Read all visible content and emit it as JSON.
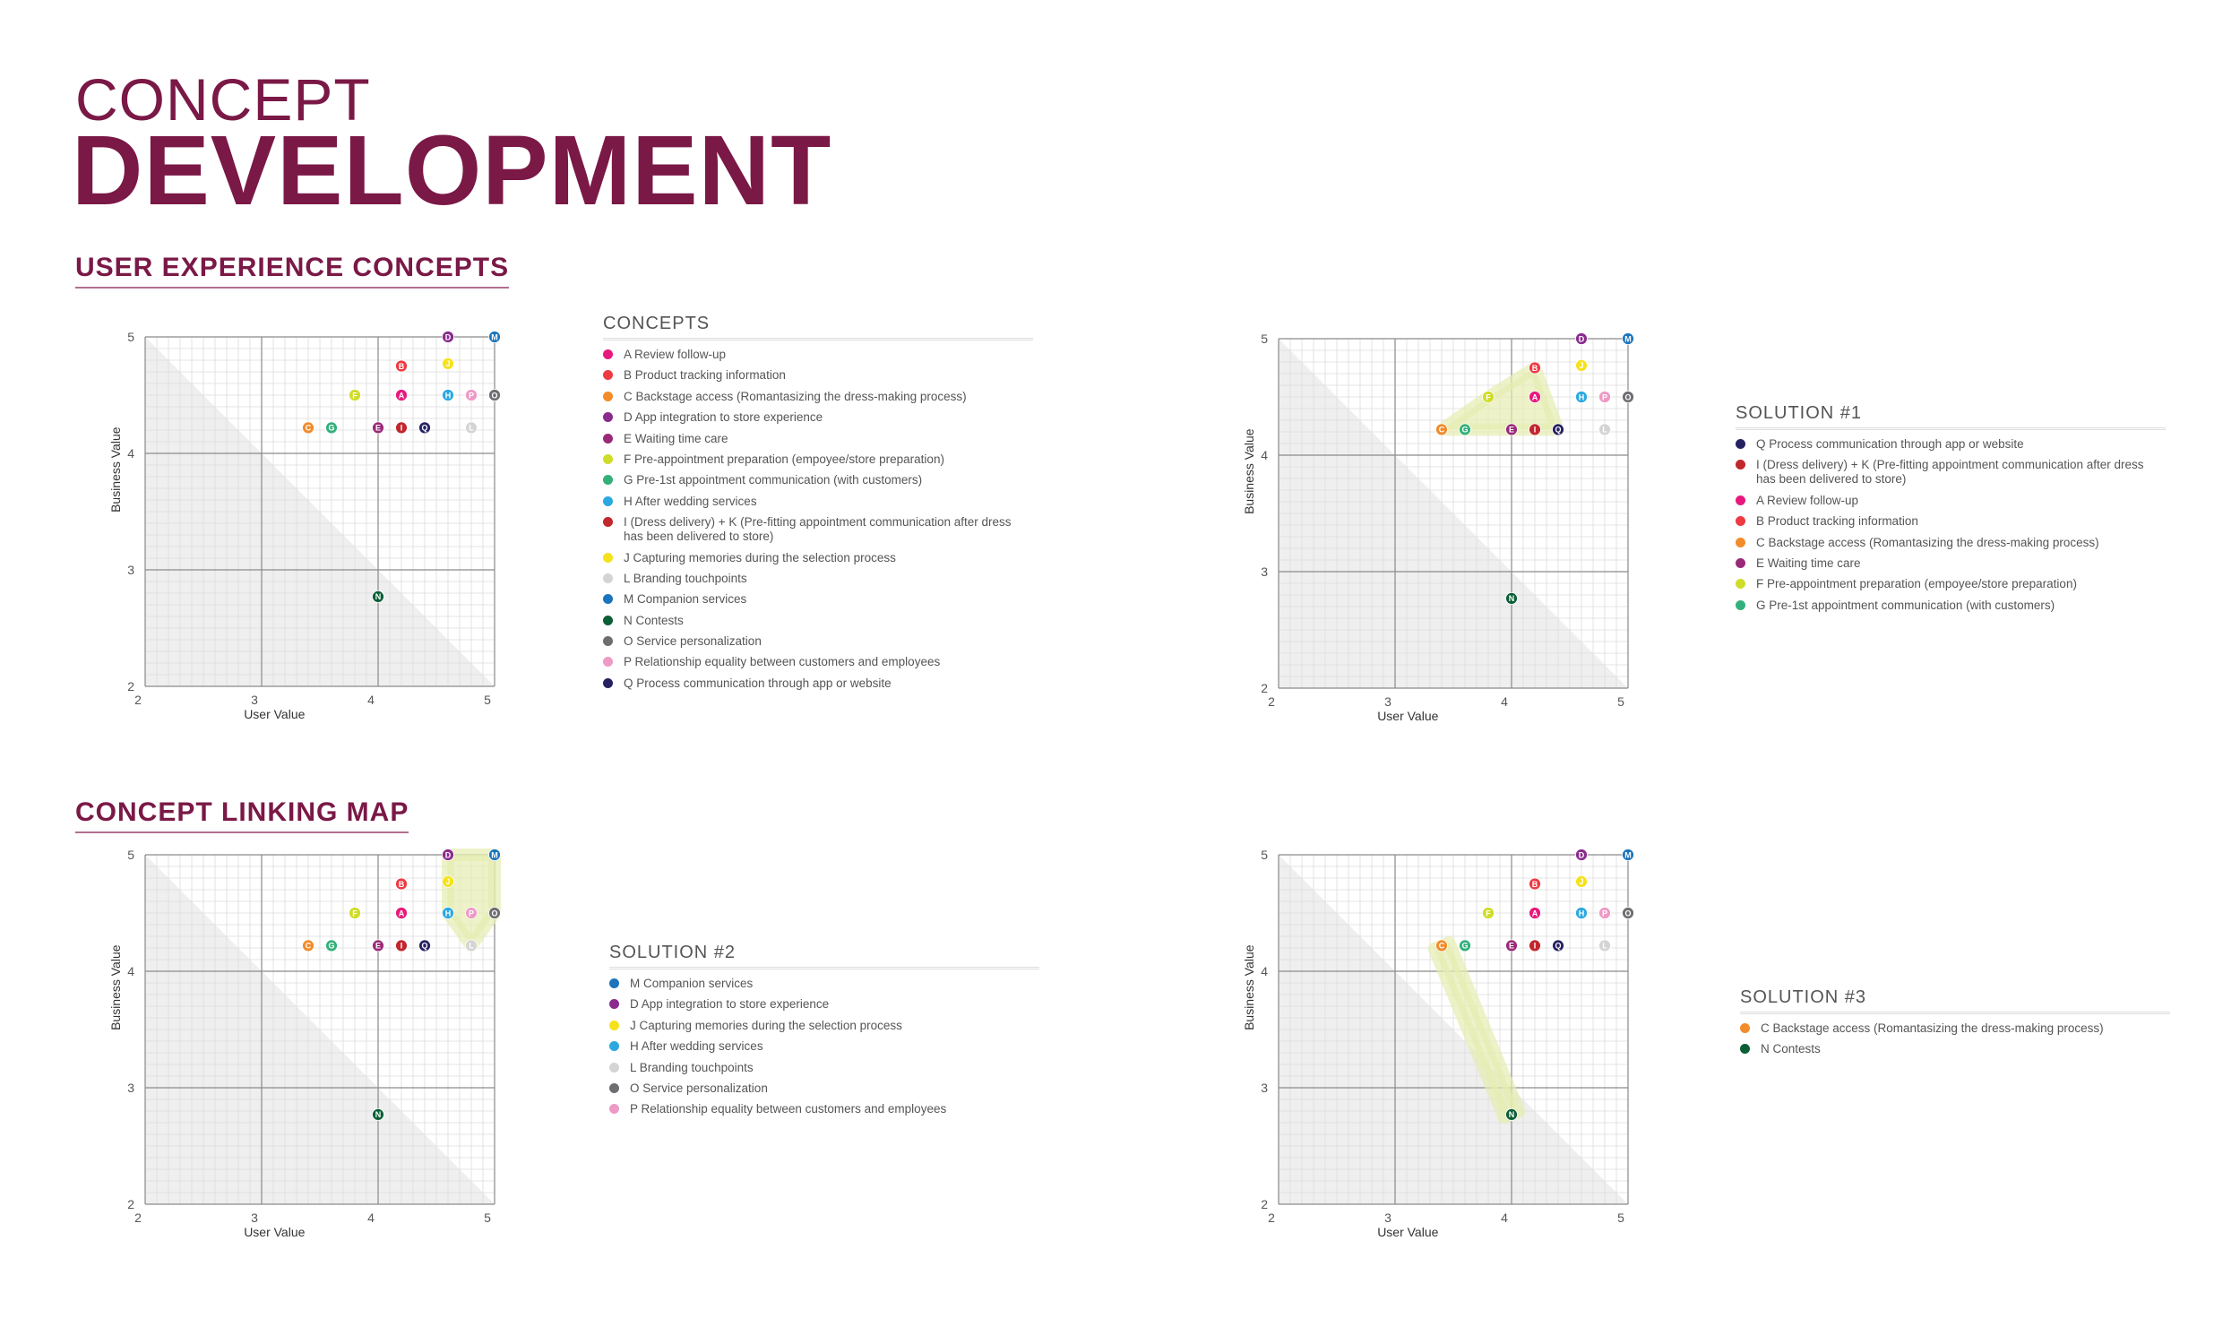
{
  "header": {
    "title_top": "CONCEPT",
    "title_main": "DEVELOPMENT"
  },
  "sections": {
    "ux": "USER EXPERIENCE CONCEPTS",
    "linking": "CONCEPT LINKING MAP"
  },
  "concepts": [
    {
      "id": "A",
      "label": "A Review follow-up",
      "color": "#e8197c"
    },
    {
      "id": "B",
      "label": "B Product tracking information",
      "color": "#ee3a43"
    },
    {
      "id": "C",
      "label": "C Backstage access (Romantasizing the dress-making process)",
      "color": "#f28b2a"
    },
    {
      "id": "D",
      "label": "D App integration to store experience",
      "color": "#8a2b8e"
    },
    {
      "id": "E",
      "label": "E Waiting time care",
      "color": "#9a2a78"
    },
    {
      "id": "F",
      "label": "F Pre-appointment preparation (empoyee/store preparation)",
      "color": "#cfdc2a"
    },
    {
      "id": "G",
      "label": "G Pre-1st appointment communication (with customers)",
      "color": "#33b07a"
    },
    {
      "id": "H",
      "label": "H After wedding services",
      "color": "#2ba8e0"
    },
    {
      "id": "I",
      "label": "I (Dress delivery) + K (Pre-fitting appointment communication after dress has been delivered to store)",
      "color": "#c1272d"
    },
    {
      "id": "J",
      "label": "J Capturing memories during the selection process",
      "color": "#f5e21b"
    },
    {
      "id": "L",
      "label": "L Branding touchpoints",
      "color": "#d4d4d4"
    },
    {
      "id": "M",
      "label": "M Companion services",
      "color": "#1c75bc"
    },
    {
      "id": "N",
      "label": "N Contests",
      "color": "#0b5e36"
    },
    {
      "id": "O",
      "label": "O Service personalization",
      "color": "#6d6e71"
    },
    {
      "id": "P",
      "label": "P Relationship equality between customers and employees",
      "color": "#ee9ac6"
    },
    {
      "id": "Q",
      "label": "Q Process communication through app or website",
      "color": "#262262"
    }
  ],
  "chart_data": [
    {
      "type": "scatter",
      "xlabel": "User Value",
      "ylabel": "Business Value",
      "xlim": [
        2,
        5
      ],
      "ylim": [
        2,
        5
      ],
      "xticks": [
        "2",
        "3",
        "4",
        "5"
      ],
      "yticks": [
        "2",
        "3",
        "4",
        "5"
      ],
      "grid": true,
      "points": [
        {
          "id": "A",
          "x": 4.2,
          "y": 4.5
        },
        {
          "id": "B",
          "x": 4.2,
          "y": 4.75
        },
        {
          "id": "C",
          "x": 3.4,
          "y": 4.22
        },
        {
          "id": "D",
          "x": 4.6,
          "y": 5.0
        },
        {
          "id": "E",
          "x": 4.0,
          "y": 4.22
        },
        {
          "id": "F",
          "x": 3.8,
          "y": 4.5
        },
        {
          "id": "G",
          "x": 3.6,
          "y": 4.22
        },
        {
          "id": "H",
          "x": 4.6,
          "y": 4.5
        },
        {
          "id": "I",
          "x": 4.2,
          "y": 4.22
        },
        {
          "id": "J",
          "x": 4.6,
          "y": 4.77
        },
        {
          "id": "L",
          "x": 4.8,
          "y": 4.22
        },
        {
          "id": "M",
          "x": 5.0,
          "y": 5.0
        },
        {
          "id": "N",
          "x": 4.0,
          "y": 2.77
        },
        {
          "id": "O",
          "x": 5.0,
          "y": 4.5
        },
        {
          "id": "P",
          "x": 4.8,
          "y": 4.5
        },
        {
          "id": "Q",
          "x": 4.4,
          "y": 4.22
        }
      ],
      "highlight": []
    },
    {
      "type": "scatter",
      "xlabel": "User Value",
      "ylabel": "Business Value",
      "xlim": [
        2,
        5
      ],
      "ylim": [
        2,
        5
      ],
      "xticks": [
        "2",
        "3",
        "4",
        "5"
      ],
      "yticks": [
        "2",
        "3",
        "4",
        "5"
      ],
      "grid": true,
      "points": [
        {
          "id": "A",
          "x": 4.2,
          "y": 4.5
        },
        {
          "id": "B",
          "x": 4.2,
          "y": 4.75
        },
        {
          "id": "C",
          "x": 3.4,
          "y": 4.22
        },
        {
          "id": "D",
          "x": 4.6,
          "y": 5.0
        },
        {
          "id": "E",
          "x": 4.0,
          "y": 4.22
        },
        {
          "id": "F",
          "x": 3.8,
          "y": 4.5
        },
        {
          "id": "G",
          "x": 3.6,
          "y": 4.22
        },
        {
          "id": "H",
          "x": 4.6,
          "y": 4.5
        },
        {
          "id": "I",
          "x": 4.2,
          "y": 4.22
        },
        {
          "id": "J",
          "x": 4.6,
          "y": 4.77
        },
        {
          "id": "L",
          "x": 4.8,
          "y": 4.22
        },
        {
          "id": "M",
          "x": 5.0,
          "y": 5.0
        },
        {
          "id": "N",
          "x": 4.0,
          "y": 2.77
        },
        {
          "id": "O",
          "x": 5.0,
          "y": 4.5
        },
        {
          "id": "P",
          "x": 4.8,
          "y": 4.5
        },
        {
          "id": "Q",
          "x": 4.4,
          "y": 4.22
        }
      ],
      "highlight": [
        "C",
        "F",
        "B",
        "Q"
      ]
    },
    {
      "type": "scatter",
      "xlabel": "User Value",
      "ylabel": "Business Value",
      "xlim": [
        2,
        5
      ],
      "ylim": [
        2,
        5
      ],
      "xticks": [
        "2",
        "3",
        "4",
        "5"
      ],
      "yticks": [
        "2",
        "3",
        "4",
        "5"
      ],
      "grid": true,
      "points": [
        {
          "id": "A",
          "x": 4.2,
          "y": 4.5
        },
        {
          "id": "B",
          "x": 4.2,
          "y": 4.75
        },
        {
          "id": "C",
          "x": 3.4,
          "y": 4.22
        },
        {
          "id": "D",
          "x": 4.6,
          "y": 5.0
        },
        {
          "id": "E",
          "x": 4.0,
          "y": 4.22
        },
        {
          "id": "F",
          "x": 3.8,
          "y": 4.5
        },
        {
          "id": "G",
          "x": 3.6,
          "y": 4.22
        },
        {
          "id": "H",
          "x": 4.6,
          "y": 4.5
        },
        {
          "id": "I",
          "x": 4.2,
          "y": 4.22
        },
        {
          "id": "J",
          "x": 4.6,
          "y": 4.77
        },
        {
          "id": "L",
          "x": 4.8,
          "y": 4.22
        },
        {
          "id": "M",
          "x": 5.0,
          "y": 5.0
        },
        {
          "id": "N",
          "x": 4.0,
          "y": 2.77
        },
        {
          "id": "O",
          "x": 5.0,
          "y": 4.5
        },
        {
          "id": "P",
          "x": 4.8,
          "y": 4.5
        },
        {
          "id": "Q",
          "x": 4.4,
          "y": 4.22
        }
      ],
      "highlight": [
        "D",
        "M",
        "O",
        "L",
        "H"
      ]
    },
    {
      "type": "scatter",
      "xlabel": "User Value",
      "ylabel": "Business Value",
      "xlim": [
        2,
        5
      ],
      "ylim": [
        2,
        5
      ],
      "xticks": [
        "2",
        "3",
        "4",
        "5"
      ],
      "yticks": [
        "2",
        "3",
        "4",
        "5"
      ],
      "grid": true,
      "points": [
        {
          "id": "A",
          "x": 4.2,
          "y": 4.5
        },
        {
          "id": "B",
          "x": 4.2,
          "y": 4.75
        },
        {
          "id": "C",
          "x": 3.4,
          "y": 4.22
        },
        {
          "id": "D",
          "x": 4.6,
          "y": 5.0
        },
        {
          "id": "E",
          "x": 4.0,
          "y": 4.22
        },
        {
          "id": "F",
          "x": 3.8,
          "y": 4.5
        },
        {
          "id": "G",
          "x": 3.6,
          "y": 4.22
        },
        {
          "id": "H",
          "x": 4.6,
          "y": 4.5
        },
        {
          "id": "I",
          "x": 4.2,
          "y": 4.22
        },
        {
          "id": "J",
          "x": 4.6,
          "y": 4.77
        },
        {
          "id": "L",
          "x": 4.8,
          "y": 4.22
        },
        {
          "id": "M",
          "x": 5.0,
          "y": 5.0
        },
        {
          "id": "N",
          "x": 4.0,
          "y": 2.77
        },
        {
          "id": "O",
          "x": 5.0,
          "y": 4.5
        },
        {
          "id": "P",
          "x": 4.8,
          "y": 4.5
        },
        {
          "id": "Q",
          "x": 4.4,
          "y": 4.22
        }
      ],
      "highlight": [
        "C",
        "N"
      ]
    }
  ],
  "legends": [
    {
      "heading": "CONCEPTS",
      "items": [
        "A",
        "B",
        "C",
        "D",
        "E",
        "F",
        "G",
        "H",
        "I",
        "J",
        "L",
        "M",
        "N",
        "O",
        "P",
        "Q"
      ]
    },
    {
      "heading": "SOLUTION #1",
      "items": [
        "Q",
        "I",
        "A",
        "B",
        "C",
        "E",
        "F",
        "G"
      ]
    },
    {
      "heading": "SOLUTION #2",
      "items": [
        "M",
        "D",
        "J",
        "H",
        "L",
        "O",
        "P"
      ]
    },
    {
      "heading": "SOLUTION #3",
      "items": [
        "C",
        "N"
      ]
    }
  ]
}
